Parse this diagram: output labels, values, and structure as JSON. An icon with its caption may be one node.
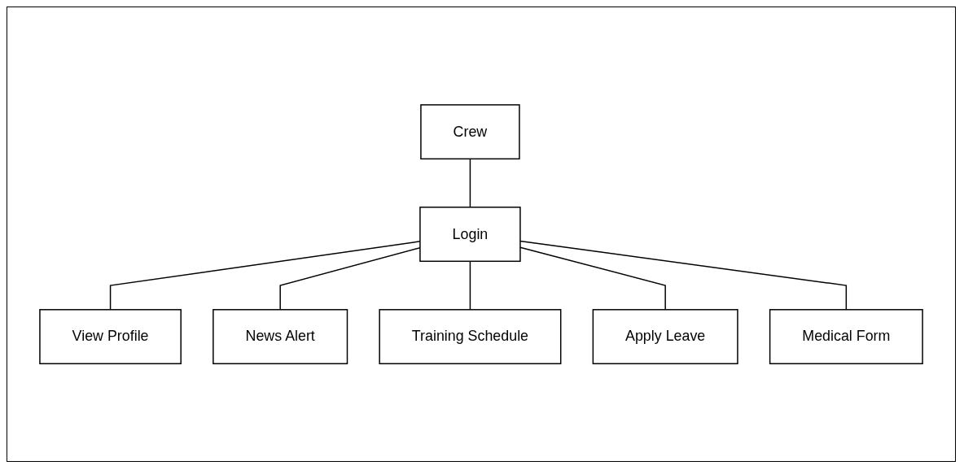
{
  "diagram": {
    "nodes": [
      {
        "text": [
          "Crew"
        ]
      },
      {
        "text": [
          "Login"
        ]
      },
      {
        "text": [
          "View Profile"
        ]
      },
      {
        "text": [
          "News Alert"
        ]
      },
      {
        "text": [
          "Training Schedule"
        ]
      },
      {
        "text": [
          "Apply Leave"
        ]
      },
      {
        "text": [
          "Medical Form"
        ]
      }
    ],
    "edges": [
      {
        "from": 0,
        "to": 1,
        "arrow": "none"
      },
      {
        "from": 1,
        "to": 2,
        "arrow": "none"
      },
      {
        "from": 1,
        "to": 3,
        "arrow": "none"
      },
      {
        "from": 1,
        "to": 4,
        "arrow": "none"
      },
      {
        "from": 1,
        "to": 5,
        "arrow": "none"
      },
      {
        "from": 1,
        "to": 6,
        "arrow": "none"
      }
    ]
  }
}
